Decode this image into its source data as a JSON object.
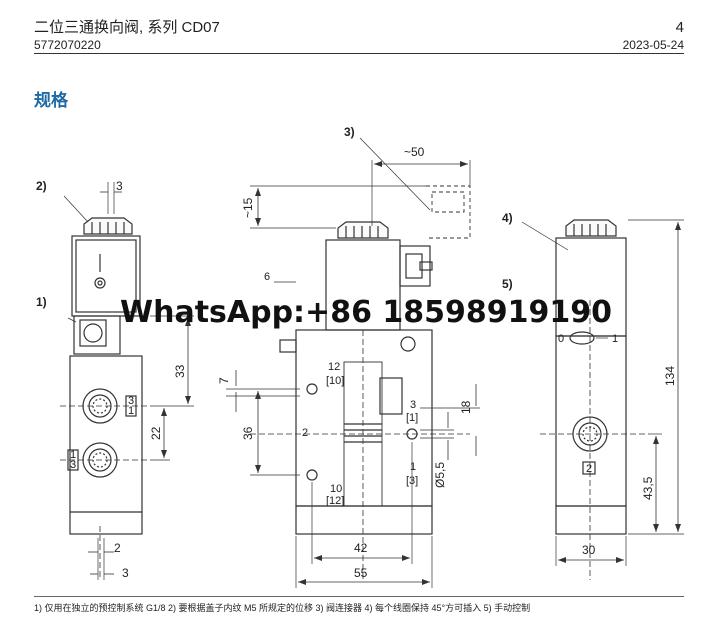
{
  "header": {
    "title": "二位三通换向阀, 系列 CD07",
    "part_number": "5772070220",
    "page": "4",
    "date": "2023-05-24"
  },
  "section_title": "规格",
  "callouts": {
    "c1": "1)",
    "c2": "2)",
    "c3": "3)",
    "c4": "4)",
    "c5": "5)"
  },
  "dimensions": {
    "d3_top": "3",
    "d50": "~50",
    "d15": "~15",
    "d33": "33",
    "d22": "22",
    "d2": "2",
    "d3_bottom": "3",
    "d7": "7",
    "d36": "36",
    "d18": "18",
    "d5_5": "Ø5,5",
    "d42": "42",
    "d55": "55",
    "d134": "134",
    "d43_5": "43,5",
    "d30": "30"
  },
  "ports": {
    "left_31_a": "3",
    "left_31_b": "1",
    "left_13_a": "1",
    "left_13_b": "3",
    "mid_12": "12",
    "mid_10": "[10]",
    "mid_2": "2",
    "mid_3": "3",
    "mid_1b": "[1]",
    "mid_1": "1",
    "mid_3b": "[3]",
    "mid_10b": "10",
    "mid_12b": "[12]",
    "mid_6": "6",
    "right_2": "2",
    "right_0": "0",
    "right_1": "1"
  },
  "watermark": "WhatsApp:+86 18598919190",
  "footnote": "1) 仅用在独立的预控制系统 G1/8 2) 要根据盖子内纹 M5 所规定的位移 3) 阀连接器 4) 每个线圈保持 45°方可插入 5) 手动控制"
}
